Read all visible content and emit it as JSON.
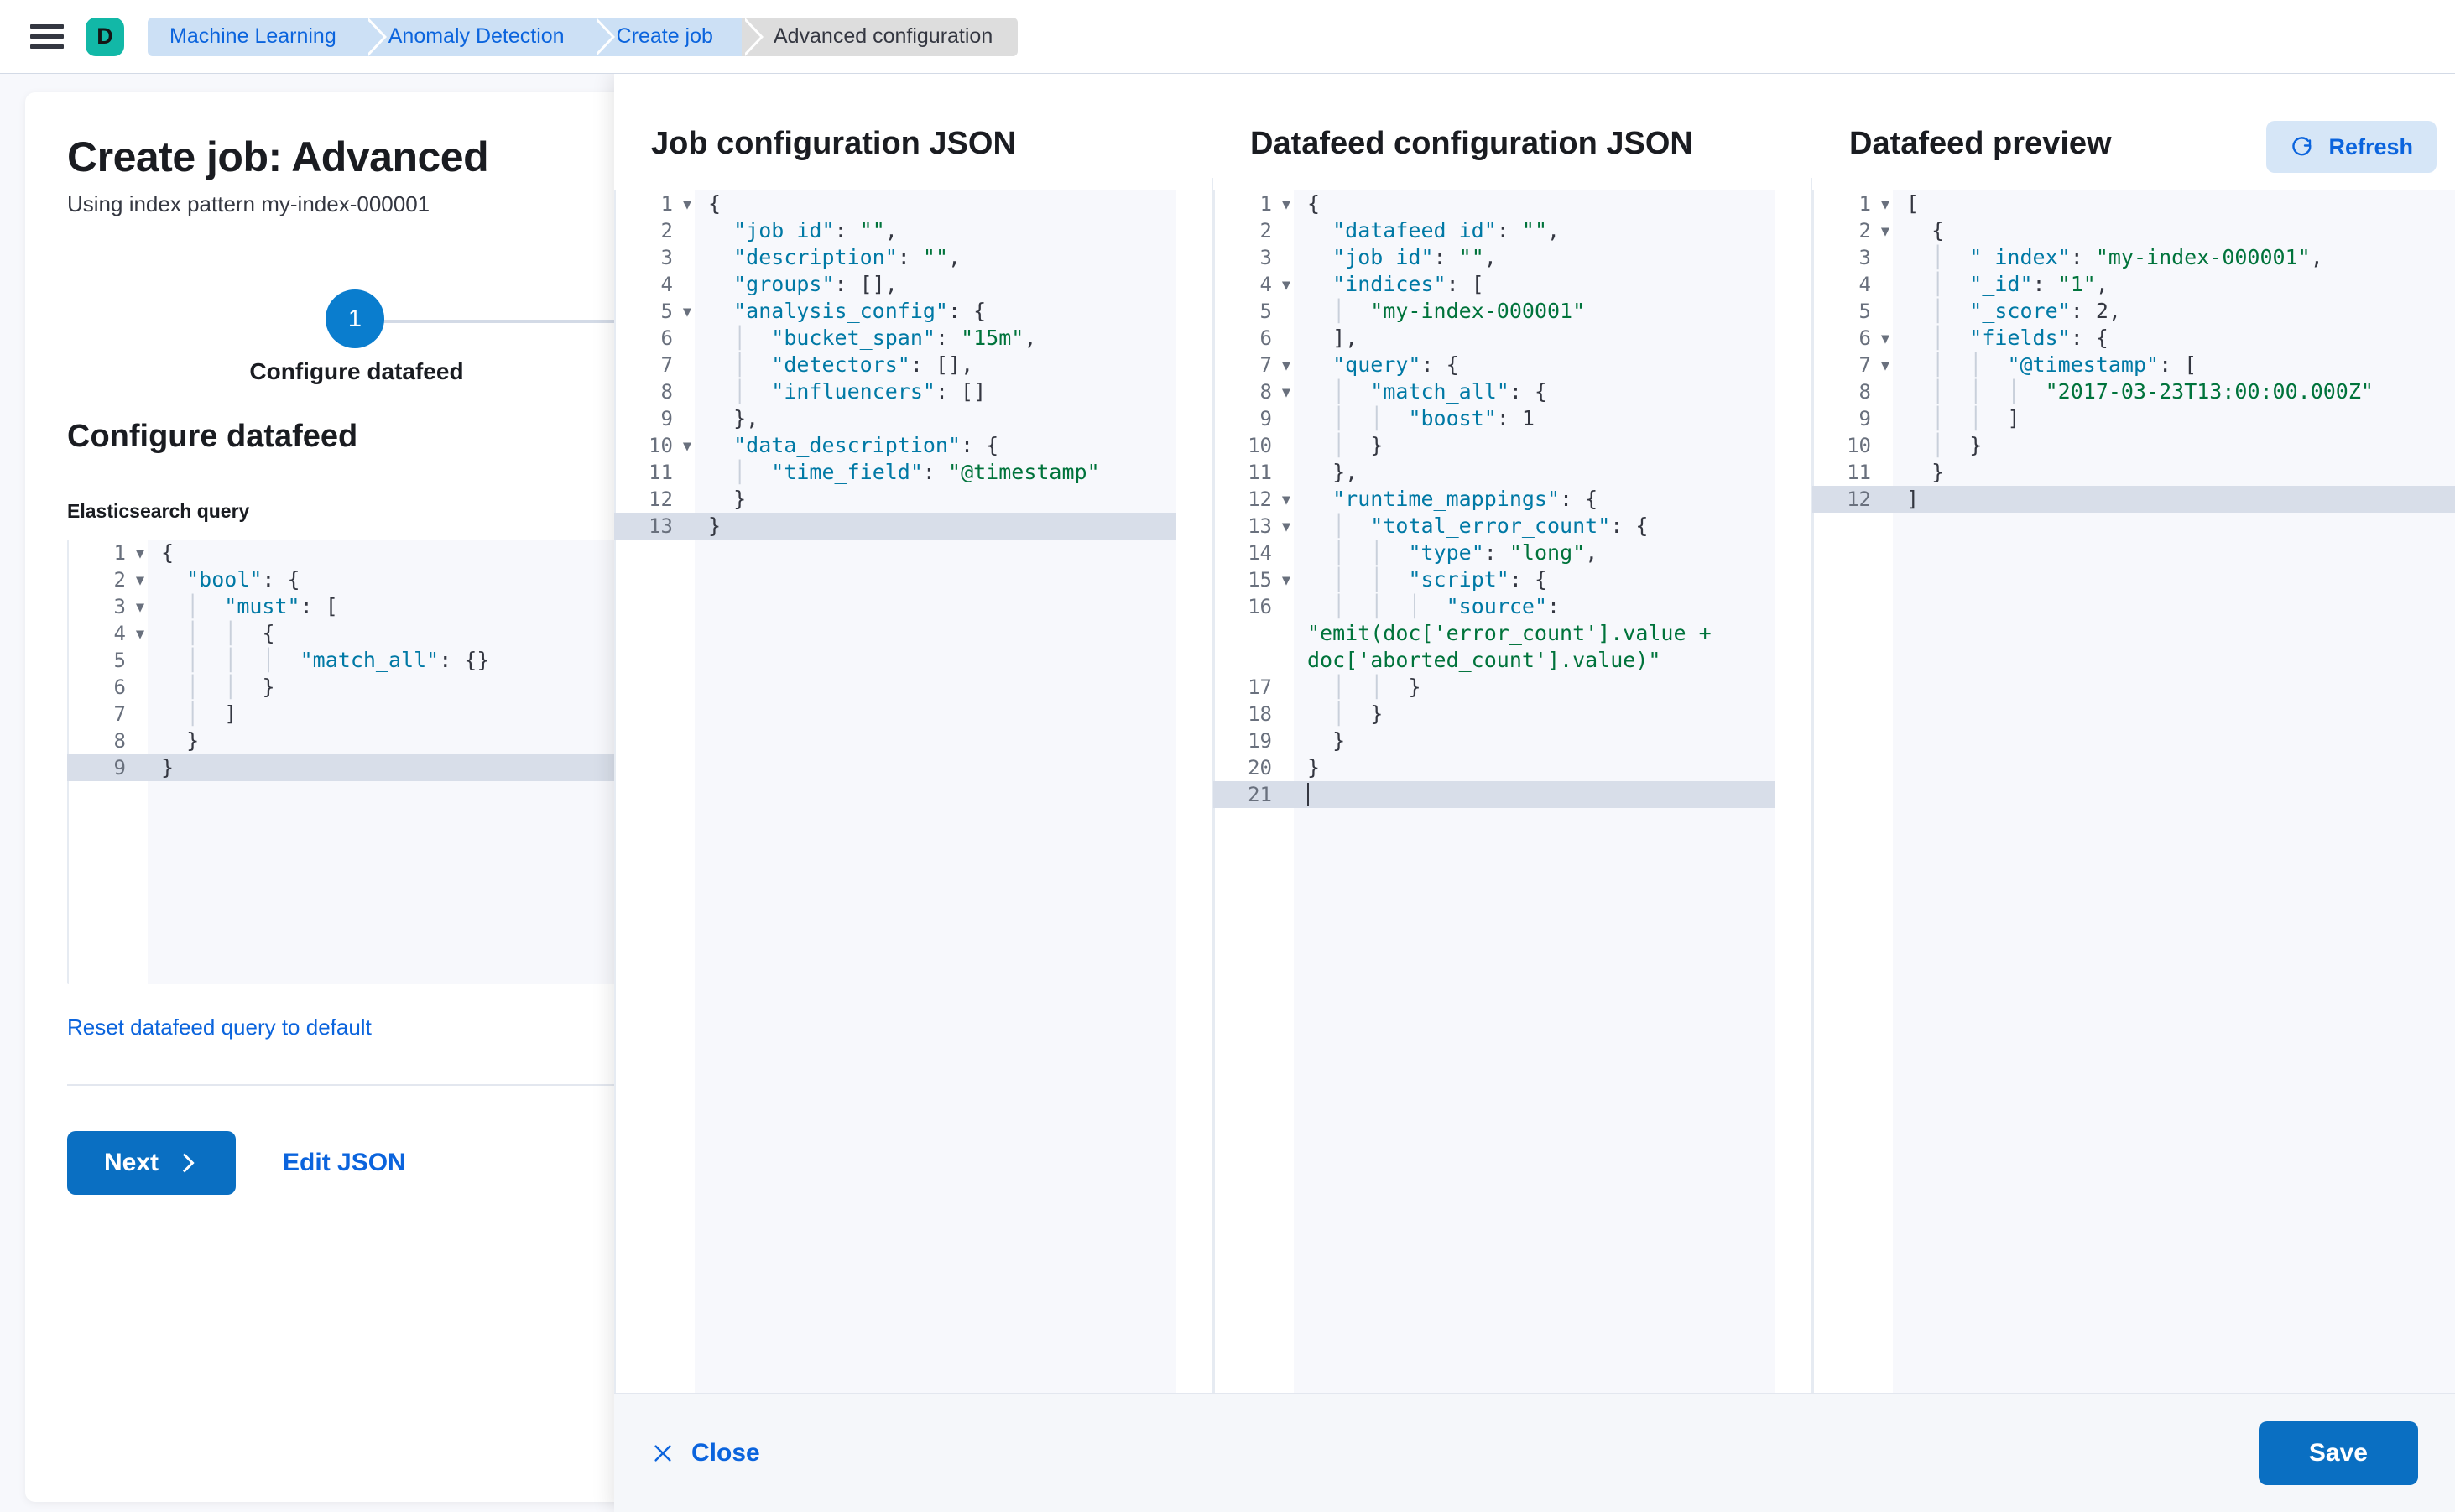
{
  "chrome": {
    "menu_icon": "hamburger-icon",
    "avatar_letter": "D",
    "avatar_color": "#12B8A7",
    "breadcrumbs": [
      {
        "label": "Machine Learning",
        "active": false
      },
      {
        "label": "Anomaly Detection",
        "active": false
      },
      {
        "label": "Create job",
        "active": false
      },
      {
        "label": "Advanced configuration",
        "active": true
      }
    ]
  },
  "left_page": {
    "title": "Create job: Advanced",
    "subtitle": "Using index pattern my-index-000001",
    "step": {
      "number": "1",
      "label": "Configure datafeed"
    },
    "section_title": "Configure datafeed",
    "field_label": "Elasticsearch query",
    "reset_link": "Reset datafeed query to default",
    "next_label": "Next",
    "next_icon": "chevron-right-icon",
    "edit_json_label": "Edit JSON",
    "es_query_editor": {
      "active_line": 9,
      "lines": [
        {
          "n": "1",
          "fold": true,
          "code": "{"
        },
        {
          "n": "2",
          "fold": true,
          "code": "  \"bool\": {"
        },
        {
          "n": "3",
          "fold": true,
          "code": "  |  \"must\": ["
        },
        {
          "n": "4",
          "fold": true,
          "code": "  |  |  {"
        },
        {
          "n": "5",
          "fold": false,
          "code": "  |  |  |  \"match_all\": {}"
        },
        {
          "n": "6",
          "fold": false,
          "code": "  |  |  }"
        },
        {
          "n": "7",
          "fold": false,
          "code": "  |  ]"
        },
        {
          "n": "8",
          "fold": false,
          "code": "  }"
        },
        {
          "n": "9",
          "fold": false,
          "code": "}"
        }
      ]
    }
  },
  "flyout": {
    "columns": {
      "job": {
        "title": "Job configuration JSON",
        "editor": {
          "active_line": 13,
          "lines": [
            {
              "n": "1",
              "fold": true,
              "code": "{"
            },
            {
              "n": "2",
              "fold": false,
              "code": "  \"job_id\": \"\","
            },
            {
              "n": "3",
              "fold": false,
              "code": "  \"description\": \"\","
            },
            {
              "n": "4",
              "fold": false,
              "code": "  \"groups\": [],"
            },
            {
              "n": "5",
              "fold": true,
              "code": "  \"analysis_config\": {"
            },
            {
              "n": "6",
              "fold": false,
              "code": "  |  \"bucket_span\": \"15m\","
            },
            {
              "n": "7",
              "fold": false,
              "code": "  |  \"detectors\": [],"
            },
            {
              "n": "8",
              "fold": false,
              "code": "  |  \"influencers\": []"
            },
            {
              "n": "9",
              "fold": false,
              "code": "  },"
            },
            {
              "n": "10",
              "fold": true,
              "code": "  \"data_description\": {"
            },
            {
              "n": "11",
              "fold": false,
              "code": "  |  \"time_field\": \"@timestamp\""
            },
            {
              "n": "12",
              "fold": false,
              "code": "  }"
            },
            {
              "n": "13",
              "fold": false,
              "code": "}"
            }
          ]
        }
      },
      "datafeed": {
        "title": "Datafeed configuration JSON",
        "editor": {
          "active_line": 21,
          "lines": [
            {
              "n": "1",
              "fold": true,
              "code": "{"
            },
            {
              "n": "2",
              "fold": false,
              "code": "  \"datafeed_id\": \"\","
            },
            {
              "n": "3",
              "fold": false,
              "code": "  \"job_id\": \"\","
            },
            {
              "n": "4",
              "fold": true,
              "code": "  \"indices\": ["
            },
            {
              "n": "5",
              "fold": false,
              "code": "  |  \"my-index-000001\""
            },
            {
              "n": "6",
              "fold": false,
              "code": "  ],"
            },
            {
              "n": "7",
              "fold": true,
              "code": "  \"query\": {"
            },
            {
              "n": "8",
              "fold": true,
              "code": "  |  \"match_all\": {"
            },
            {
              "n": "9",
              "fold": false,
              "code": "  |  |  \"boost\": 1"
            },
            {
              "n": "10",
              "fold": false,
              "code": "  |  }"
            },
            {
              "n": "11",
              "fold": false,
              "code": "  },"
            },
            {
              "n": "12",
              "fold": true,
              "code": "  \"runtime_mappings\": {"
            },
            {
              "n": "13",
              "fold": true,
              "code": "  |  \"total_error_count\": {"
            },
            {
              "n": "14",
              "fold": false,
              "code": "  |  |  \"type\": \"long\","
            },
            {
              "n": "15",
              "fold": true,
              "code": "  |  |  \"script\": {"
            },
            {
              "n": "16",
              "fold": false,
              "code": "  |  |  |  \"source\": \"emit(doc['error_count'].value + doc['aborted_count'].value)\"",
              "wrap": true
            },
            {
              "n": "17",
              "fold": false,
              "code": "  |  |  }"
            },
            {
              "n": "18",
              "fold": false,
              "code": "  |  }"
            },
            {
              "n": "19",
              "fold": false,
              "code": "  }"
            },
            {
              "n": "20",
              "fold": false,
              "code": "}"
            },
            {
              "n": "21",
              "fold": false,
              "code": ""
            }
          ]
        }
      },
      "preview": {
        "title": "Datafeed preview",
        "refresh_label": "Refresh",
        "refresh_icon": "refresh-icon",
        "editor": {
          "active_line": 12,
          "lines": [
            {
              "n": "1",
              "fold": true,
              "code": "["
            },
            {
              "n": "2",
              "fold": true,
              "code": "  {"
            },
            {
              "n": "3",
              "fold": false,
              "code": "  |  \"_index\": \"my-index-000001\","
            },
            {
              "n": "4",
              "fold": false,
              "code": "  |  \"_id\": \"1\","
            },
            {
              "n": "5",
              "fold": false,
              "code": "  |  \"_score\": 2,"
            },
            {
              "n": "6",
              "fold": true,
              "code": "  |  \"fields\": {"
            },
            {
              "n": "7",
              "fold": true,
              "code": "  |  |  \"@timestamp\": ["
            },
            {
              "n": "8",
              "fold": false,
              "code": "  |  |  |  \"2017-03-23T13:00:00.000Z\""
            },
            {
              "n": "9",
              "fold": false,
              "code": "  |  |  ]"
            },
            {
              "n": "10",
              "fold": false,
              "code": "  |  }"
            },
            {
              "n": "11",
              "fold": false,
              "code": "  }"
            },
            {
              "n": "12",
              "fold": false,
              "code": "]"
            }
          ]
        }
      }
    },
    "footer": {
      "close_label": "Close",
      "close_icon": "close-x-icon",
      "save_label": "Save"
    }
  }
}
